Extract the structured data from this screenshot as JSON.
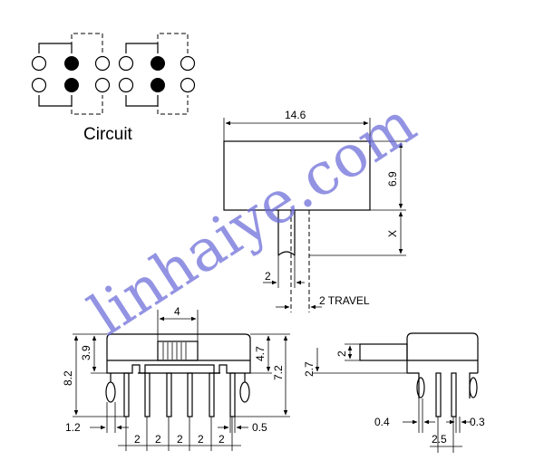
{
  "circuit": {
    "label": "Circuit"
  },
  "top_view": {
    "width_label": "14.6",
    "height_label": "6.9",
    "x_label": "X",
    "offset_label": "2",
    "travel_label": "2 TRAVEL"
  },
  "front_view": {
    "actuator_width_label": "4",
    "height_label_left": "3.9",
    "height_label_total": "8.2",
    "height_label_right_a": "4.7",
    "height_label_right_b": "7.2",
    "pin_left_label": "1.2",
    "pin_right_label": "0.5",
    "pitch_labels": [
      "2",
      "2",
      "2",
      "2",
      "2"
    ]
  },
  "side_view": {
    "top_label": "2",
    "height_label": "2.7",
    "pin_left_label": "0.4",
    "pin_right_label": "0.3",
    "pitch_label": "2.5"
  },
  "watermark": {
    "text": "linhaiye.com"
  }
}
